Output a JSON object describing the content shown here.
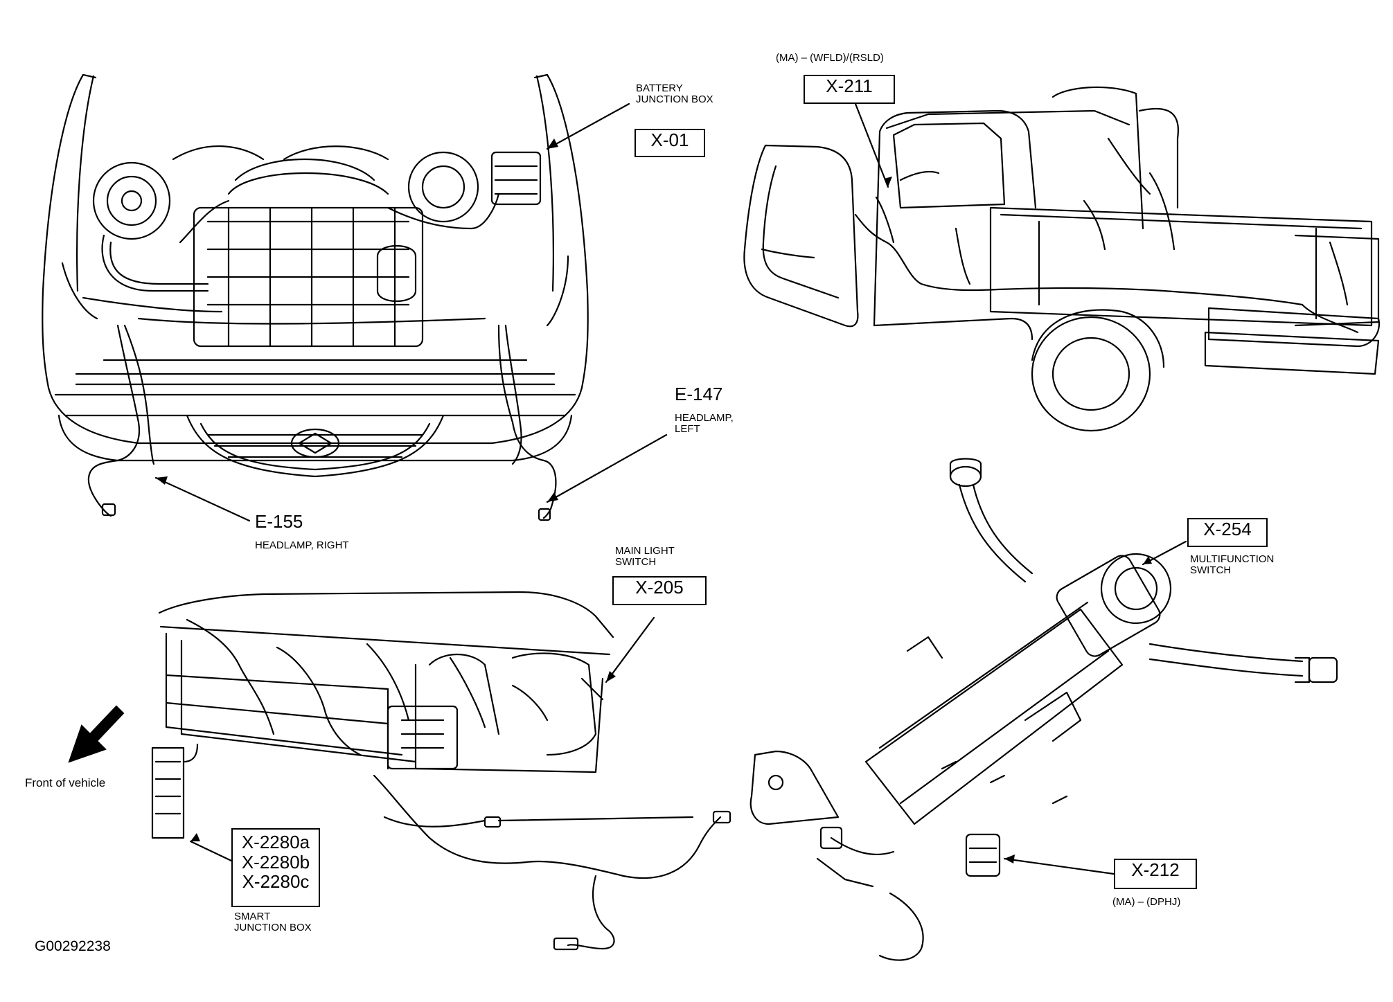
{
  "figure_id": "G00292238",
  "callouts": {
    "battery_junction_box": {
      "title": "BATTERY JUNCTION BOX",
      "connector": "X-01"
    },
    "headlamp_left": {
      "connector": "E-147",
      "title": "HEADLAMP, LEFT"
    },
    "headlamp_right": {
      "connector": "E-155",
      "title": "HEADLAMP, RIGHT"
    },
    "rear_harness": {
      "qualifier": "(MA) – (WFLD)/(RSLD)",
      "connector": "X-211"
    },
    "main_light_switch": {
      "title": "MAIN LIGHT SWITCH",
      "connector": "X-205"
    },
    "multifunction_switch": {
      "connector": "X-254",
      "title": "MULTIFUNCTION SWITCH"
    },
    "steering_column": {
      "connector": "X-212",
      "qualifier": "(MA) – (DPHJ)"
    },
    "smart_junction_box": {
      "connectors": [
        "X-2280a",
        "X-2280b",
        "X-2280c"
      ],
      "title": "SMART JUNCTION BOX"
    },
    "direction": {
      "label": "Front of vehicle"
    }
  }
}
